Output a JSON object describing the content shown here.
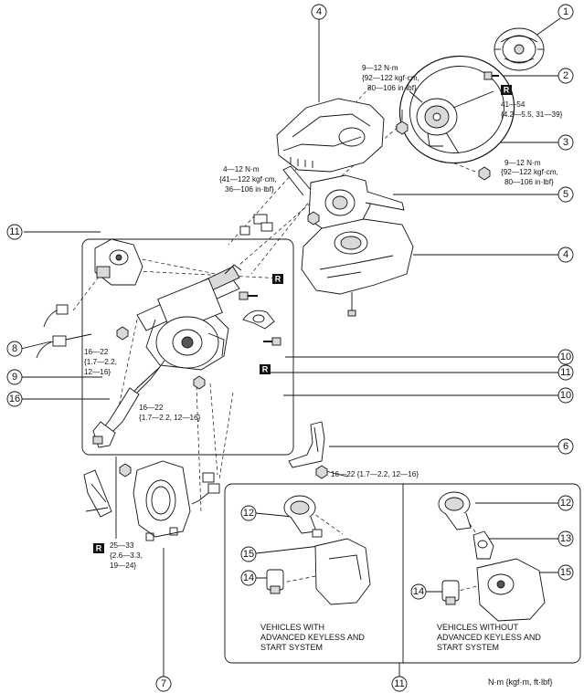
{
  "callouts": {
    "c1": "1",
    "c2": "2",
    "c3": "3",
    "c4a": "4",
    "c4b": "4",
    "c5": "5",
    "c6": "6",
    "c7": "7",
    "c8": "8",
    "c9": "9",
    "c10a": "10",
    "c10b": "10",
    "c11a": "11",
    "c11b": "11",
    "c11c": "11",
    "c12a": "12",
    "c12b": "12",
    "c13": "13",
    "c14a": "14",
    "c14b": "14",
    "c15a": "15",
    "c15b": "15",
    "c16": "16"
  },
  "torque_specs": {
    "nut_top": [
      "9—12 N·m",
      "{92—122 kgf·cm,",
      "80—106 in·lbf}"
    ],
    "bolt_wheel": [
      "41—54",
      "{4.2—5.5, 31—39}"
    ],
    "nut_right": [
      "9—12 N·m",
      "{92—122 kgf·cm,",
      "80—106 in·lbf}"
    ],
    "switch": [
      "4—12 N·m",
      "{41—122 kgf·cm,",
      "36—106 in·lbf}"
    ],
    "column_left": [
      "16—22",
      "{1.7—2.2,",
      "12—16}"
    ],
    "column_mid": [
      "16—22",
      "{1.7—2.2, 12—16}"
    ],
    "bracket": [
      "16—22 {1.7—2.2, 12—16}"
    ],
    "joint": [
      "25—33",
      "{2.6—3.3,",
      "19—24}"
    ]
  },
  "replace_mark": "R",
  "variants": {
    "with_keyless": [
      "VEHICLES WITH",
      "ADVANCED KEYLESS AND",
      "START SYSTEM"
    ],
    "without_keyless": [
      "VEHICLES WITHOUT",
      "ADVANCED KEYLESS AND",
      "START SYSTEM"
    ]
  },
  "units_note": "N·m {kgf·m, ft·lbf}",
  "colors": {
    "line": "#111111",
    "fill": "#ffffff",
    "shade": "#d9d9d9",
    "dark": "#555555"
  }
}
